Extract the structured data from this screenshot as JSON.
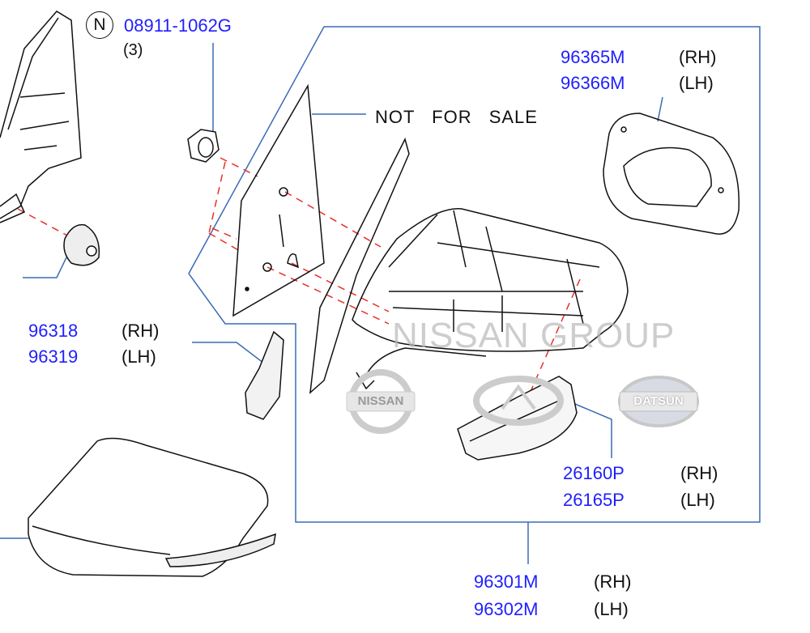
{
  "watermark": "NISSAN GROUP",
  "note_label": "NOT FOR SALE",
  "logos": {
    "nissan": "NISSAN",
    "datsun": "DATSUN",
    "infiniti": "infiniti-logo"
  },
  "parts": {
    "grommet": {
      "marker": "N",
      "number": "08911-1062G",
      "qty": "(3)"
    },
    "mirror_glass": {
      "rh": "96365M",
      "rh_side": "(RH)",
      "lh": "96366M",
      "lh_side": "(LH)"
    },
    "finisher": {
      "rh": "96318",
      "rh_side": "(RH)",
      "lh": "96319",
      "lh_side": "(LH)"
    },
    "turn_lamp": {
      "rh": "26160P",
      "rh_side": "(RH)",
      "lh": "26165P",
      "lh_side": "(LH)"
    },
    "mirror_assy": {
      "rh": "96301M",
      "rh_side": "(RH)",
      "lh": "96302M",
      "lh_side": "(LH)"
    }
  },
  "colors": {
    "part_number": "#1f1fff",
    "leader": "#3a6bb5",
    "dash": "#e8302a"
  }
}
